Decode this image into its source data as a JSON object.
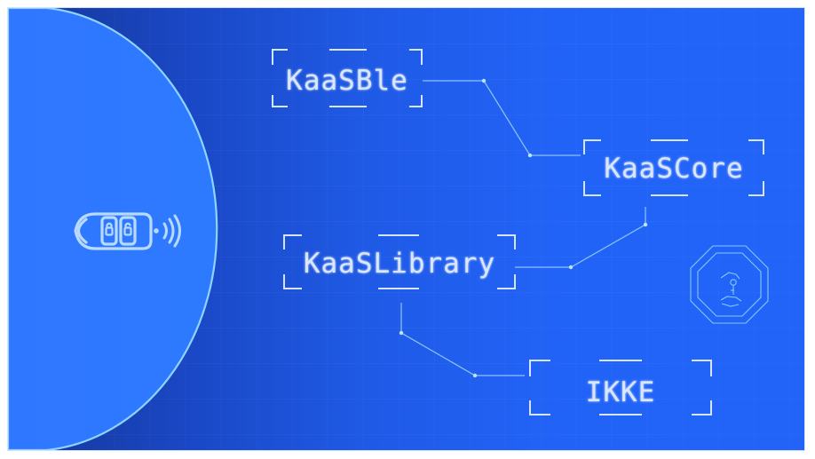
{
  "diagram": {
    "nodes": {
      "kaasble": {
        "label": "KaaSBle"
      },
      "kaascore": {
        "label": "KaaSCore"
      },
      "kaaslibrary": {
        "label": "KaaSLibrary"
      },
      "ikke": {
        "label": "IKKE"
      }
    },
    "icons": {
      "device": "car-key-fob-icon",
      "signal": "signal-waves-icon",
      "badge": "key-handover-badge-icon"
    },
    "colors": {
      "background_dark": "#143796",
      "background_light": "#2264f8",
      "panel": "#2f79ff",
      "accent": "#8fd4ff",
      "text": "#d9e6ff"
    }
  }
}
